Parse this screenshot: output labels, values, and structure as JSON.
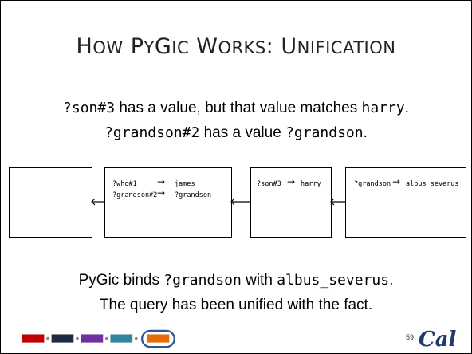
{
  "title": {
    "parts": [
      {
        "big": "H",
        "small": "OW"
      },
      {
        "big": "P",
        "small": "Y"
      },
      {
        "big": "G",
        "small": "IC"
      },
      {
        "big": "W",
        "small": "ORKS"
      },
      {
        "big": ": U",
        "small": "NIFICATION"
      }
    ]
  },
  "lines": {
    "l1_code": "?son#3",
    "l1_text": " has a value, but that value matches ",
    "l1_code2": "harry",
    "l1_end": ".",
    "l2_code": "?grandson#2",
    "l2_text": " has a value ",
    "l2_code2": "?grandson",
    "l2_end": ".",
    "l3_text": "PyGic binds ",
    "l3_code": "?grandson",
    "l3_text2": " with ",
    "l3_code2": "albus_severus",
    "l3_end": ".",
    "l4_text": "The query has been unified with the fact."
  },
  "frames": {
    "f2": [
      {
        "var": "?who#1",
        "arrow": "→",
        "val": "james"
      },
      {
        "var": "?grandson#2",
        "arrow": "→",
        "val": "?grandson"
      }
    ],
    "f3": [
      {
        "var": "?son#3",
        "arrow": "→",
        "val": "harry"
      }
    ],
    "f4": [
      {
        "var": "?grandson",
        "arrow": "→",
        "val": "albus_severus"
      }
    ]
  },
  "footer": {
    "page_number": "59",
    "logo_text": "Cal",
    "colors": [
      "#c00000",
      "#1f2a44",
      "#7030a0",
      "#31859c",
      "#e46c0a"
    ]
  }
}
